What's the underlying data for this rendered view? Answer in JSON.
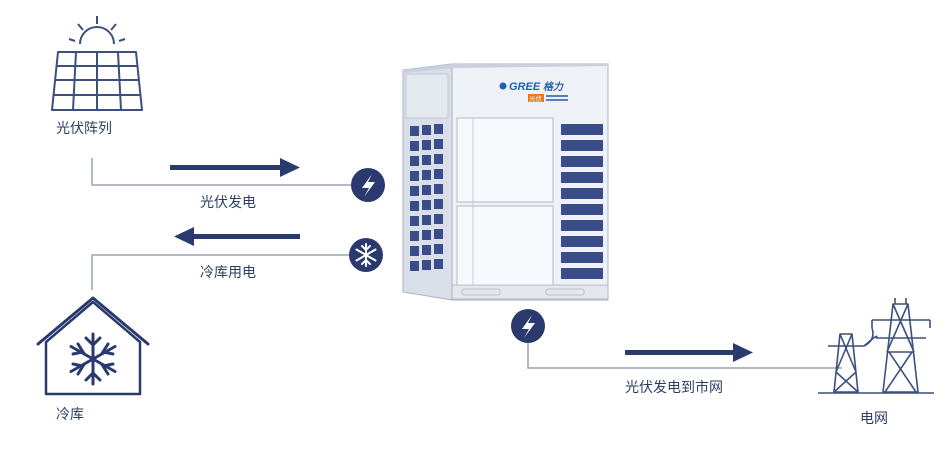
{
  "labels": {
    "pv_array": "光伏阵列",
    "pv_generation": "光伏发电",
    "cold_storage_power": "冷库用电",
    "cold_storage": "冷库",
    "pv_to_grid": "光伏发电到市网",
    "grid": "电网"
  },
  "unit_brand": {
    "logo_text": "GREE",
    "logo_script": "格力",
    "badge": "光伏"
  },
  "colors": {
    "navy": "#2a3a6e",
    "line": "#9aa3b3",
    "icon": "#3c4f7e",
    "unit_body": "#eef1f6",
    "logo_blue": "#1f5fb0",
    "badge_orange": "#e8751a"
  },
  "icons": [
    "solar-panel-icon",
    "lightning-icon",
    "snowflake-icon",
    "house-snowflake-icon",
    "power-tower-icon"
  ]
}
